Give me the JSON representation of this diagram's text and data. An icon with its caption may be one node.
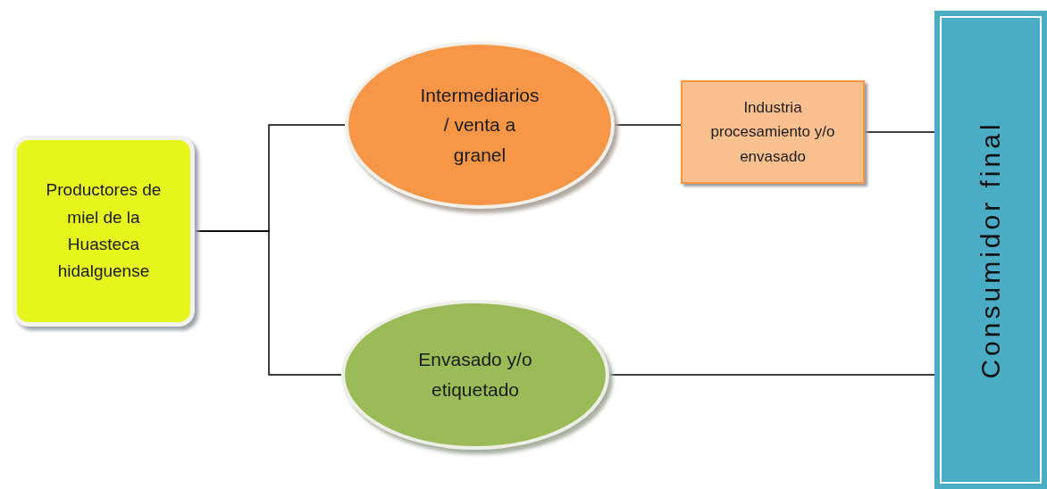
{
  "diagram": {
    "nodes": [
      {
        "text": [
          "Productores de miel de la Huasteca hidalguense"
        ]
      },
      {
        "text": [
          "Intermediarios / venta a granel"
        ]
      },
      {
        "text": [
          "Industria procesamiento y/o envasado"
        ]
      },
      {
        "text": [
          "Envasado y/o etiquetado"
        ]
      },
      {
        "text": [
          "Consumidor final"
        ]
      }
    ],
    "edges": [
      {
        "from": 0,
        "to": 1,
        "arrow": "none"
      },
      {
        "from": 0,
        "to": 3,
        "arrow": "none"
      },
      {
        "from": 1,
        "to": 2,
        "arrow": "none"
      },
      {
        "from": 2,
        "to": 4,
        "arrow": "none"
      },
      {
        "from": 3,
        "to": 4,
        "arrow": "none"
      }
    ]
  }
}
